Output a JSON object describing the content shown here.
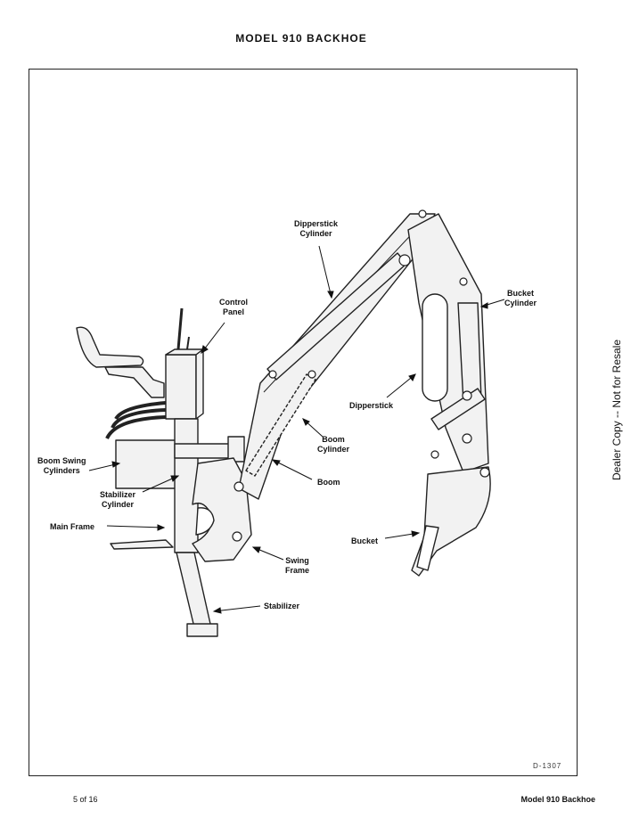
{
  "page": {
    "title": "MODEL 910 BACKHOE",
    "figure_id": "D-1307",
    "side_text": "Dealer Copy -- Not for Resale",
    "footer_page": "5 of 16",
    "footer_title": "Model 910 Backhoe"
  },
  "labels": {
    "dipperstick_cylinder_1": "Dipperstick",
    "dipperstick_cylinder_2": "Cylinder",
    "bucket_cylinder_1": "Bucket",
    "bucket_cylinder_2": "Cylinder",
    "control_panel_1": "Control",
    "control_panel_2": "Panel",
    "dipperstick": "Dipperstick",
    "boom_cylinder_1": "Boom",
    "boom_cylinder_2": "Cylinder",
    "boom": "Boom",
    "boom_swing_1": "Boom Swing",
    "boom_swing_2": "Cylinders",
    "stabilizer_cylinder_1": "Stabilizer",
    "stabilizer_cylinder_2": "Cylinder",
    "main_frame": "Main Frame",
    "bucket": "Bucket",
    "swing_frame_1": "Swing",
    "swing_frame_2": "Frame",
    "stabilizer": "Stabilizer"
  }
}
